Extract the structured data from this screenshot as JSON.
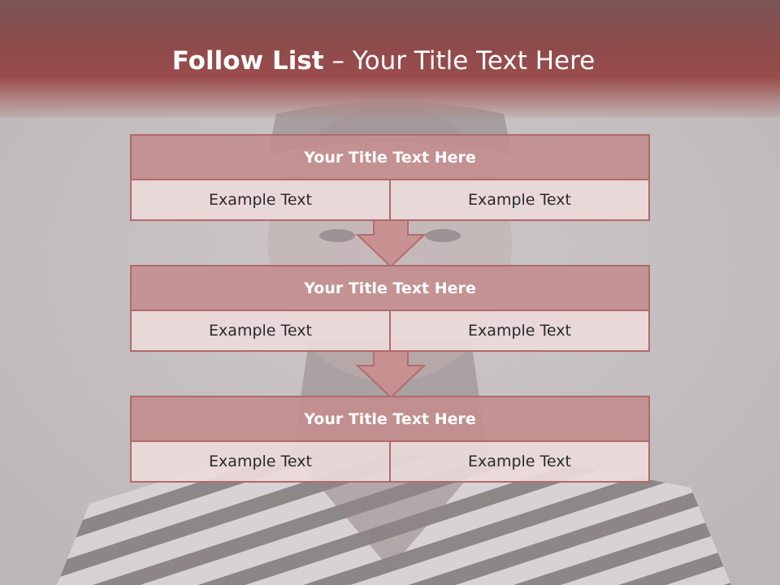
{
  "title": {
    "bold_part": "Follow List",
    "regular_part": "  – Your Title Text Here"
  },
  "blocks": [
    {
      "title": "Your Title Text Here",
      "left_text": "Example Text",
      "right_text": "Example Text"
    },
    {
      "title": "Your Title Text Here",
      "left_text": "Example Text",
      "right_text": "Example Text"
    },
    {
      "title": "Your Title Text Here",
      "left_text": "Example Text",
      "right_text": "Example Text"
    }
  ],
  "colors": {
    "header": "#9a4c4c",
    "block_title_fill": "#c48c8c",
    "block_cell_fill": "#ecdada",
    "border": "#b16a6a"
  }
}
